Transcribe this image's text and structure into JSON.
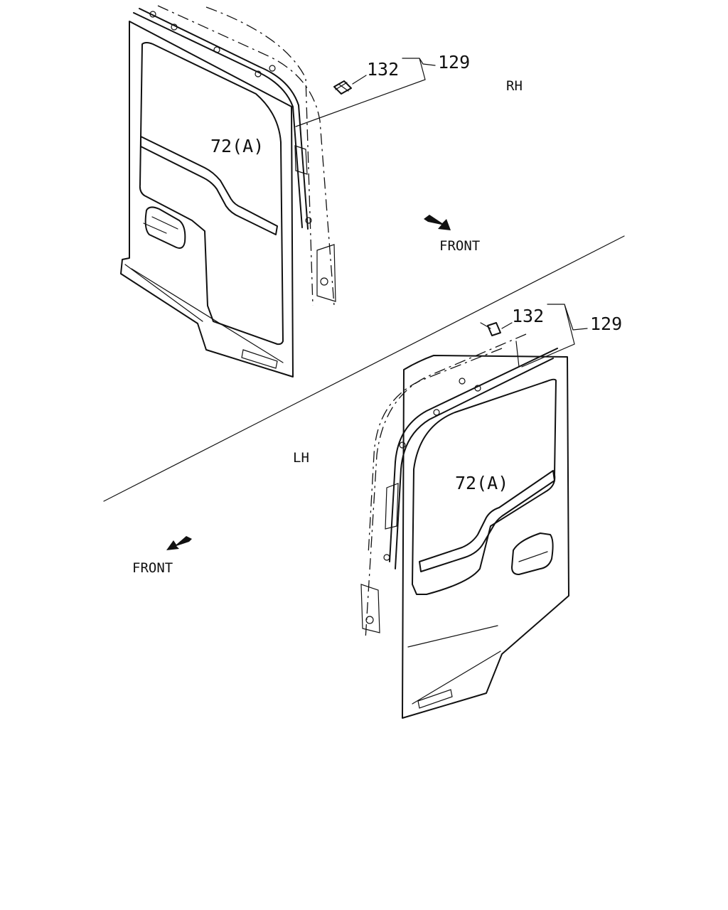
{
  "rh": {
    "side_label": "RH",
    "front_label": "FRONT",
    "callouts": {
      "clip": "132",
      "weatherstrip": "129",
      "molding": "72(A)"
    }
  },
  "lh": {
    "side_label": "LH",
    "front_label": "FRONT",
    "callouts": {
      "clip": "132",
      "weatherstrip": "129",
      "molding": "72(A)"
    }
  }
}
